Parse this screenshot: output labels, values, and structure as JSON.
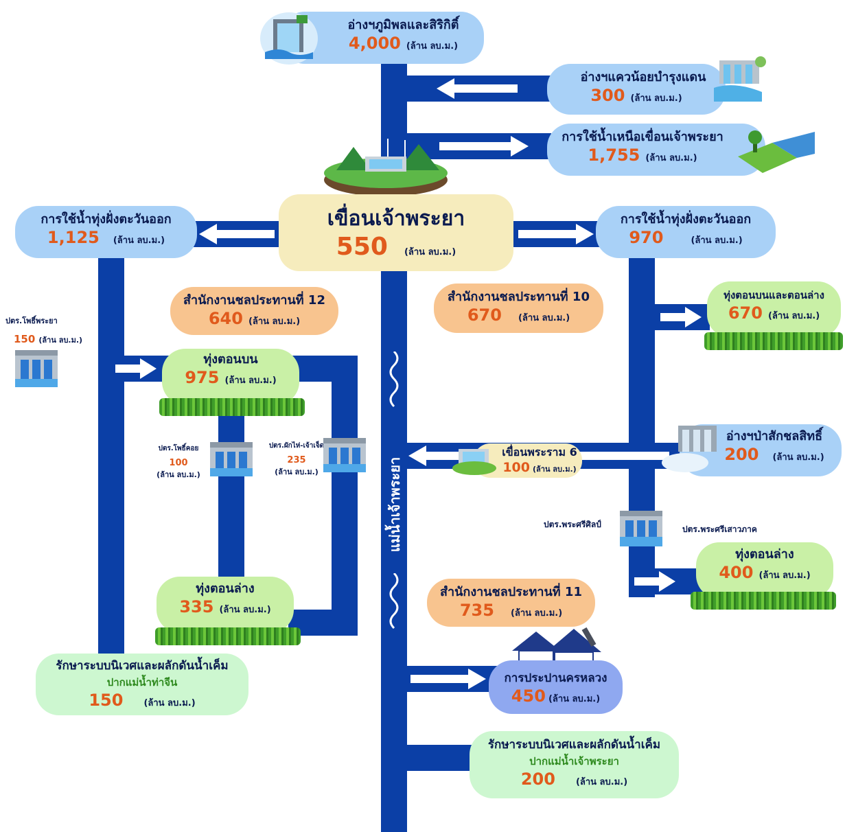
{
  "colors": {
    "pipe": "#0b3fa6",
    "value": "#e05a1c",
    "text": "#0a1a4f"
  },
  "top_reservoir": {
    "title": "อ่างฯภูมิพลและสิริกิติ์",
    "value": "4,000",
    "unit": "(ล้าน ลบ.ม.)"
  },
  "kwae_noi": {
    "title": "อ่างฯแควน้อยบำรุงแดน",
    "value": "300",
    "unit": "(ล้าน ลบ.ม.)"
  },
  "upstream_use": {
    "title": "การใช้น้ำเหนือเขื่อนเจ้าพระยา",
    "value": "1,755",
    "unit": "(ล้าน ลบ.ม.)"
  },
  "dam": {
    "title": "เขื่อนเจ้าพระยา",
    "value": "550",
    "unit": "(ล้าน ลบ.ม.)"
  },
  "west_use": {
    "title": "การใช้น้ำทุ่งฝั่งตะวันออก",
    "value": "1,125",
    "unit": "(ล้าน ลบ.ม.)"
  },
  "east_use": {
    "title": "การใช้น้ำทุ่งฝั่งตะวันออก",
    "value": "970",
    "unit": "(ล้าน ลบ.ม.)"
  },
  "office12": {
    "title": "สำนักงานชลประทานที่ 12",
    "value": "640",
    "unit": "(ล้าน ลบ.ม.)"
  },
  "office10": {
    "title": "สำนักงานชลประทานที่ 10",
    "value": "670",
    "unit": "(ล้าน ลบ.ม.)"
  },
  "office11": {
    "title": "สำนักงานชลประทานที่ 11",
    "value": "735",
    "unit": "(ล้าน ลบ.ม.)"
  },
  "phonphraya": {
    "title": "ปตร.โพธิ์พระยา",
    "value": "150",
    "unit": "(ล้าน ลบ.ม.)"
  },
  "upper_field_w": {
    "title": "ทุ่งตอนบน",
    "value": "975",
    "unit": "(ล้าน ลบ.ม.)"
  },
  "phokhoi": {
    "title": "ปตร.โพธิ์คอย",
    "value": "100",
    "unit": "(ล้าน ลบ.ม.)"
  },
  "phakhai": {
    "title": "ปตร.ผักไห่-เจ้าเจ็ด",
    "value": "235",
    "unit": "(ล้าน ลบ.ม.)"
  },
  "lower_field_w": {
    "title": "ทุ่งตอนล่าง",
    "value": "335",
    "unit": "(ล้าน ลบ.ม.)"
  },
  "tha_chin": {
    "title": "รักษาระบบนิเวศและผลักดันน้ำเค็ม",
    "subtitle": "ปากแม่น้ำท่าจีน",
    "value": "150",
    "unit": "(ล้าน ลบ.ม.)"
  },
  "east_fields": {
    "title": "ทุ่งตอนบนและตอนล่าง",
    "value": "670",
    "unit": "(ล้าน ลบ.ม.)"
  },
  "pasak": {
    "title": "อ่างฯป่าสักชลสิทธิ์",
    "value": "200",
    "unit": "(ล้าน ลบ.ม.)"
  },
  "rama6": {
    "title": "เขื่อนพระราม 6",
    "value": "100",
    "unit": "(ล้าน ลบ.ม.)"
  },
  "phrasrisilp": {
    "title": "ปตร.พระศรีศิลป์"
  },
  "phrasri_saowapak": {
    "title": "ปตร.พระศรีเสาวภาค"
  },
  "lower_field_e": {
    "title": "ทุ่งตอนล่าง",
    "value": "400",
    "unit": "(ล้าน ลบ.ม.)"
  },
  "river": {
    "label": "แม่น้ำเจ้าพระยา"
  },
  "mwa": {
    "title": "การประปานครหลวง",
    "value": "450",
    "unit": "(ล้าน ลบ.ม.)"
  },
  "chao_phraya_mouth": {
    "title": "รักษาระบบนิเวศและผลักดันน้ำเค็ม",
    "subtitle": "ปากแม่น้ำเจ้าพระยา",
    "value": "200",
    "unit": "(ล้าน ลบ.ม.)"
  }
}
